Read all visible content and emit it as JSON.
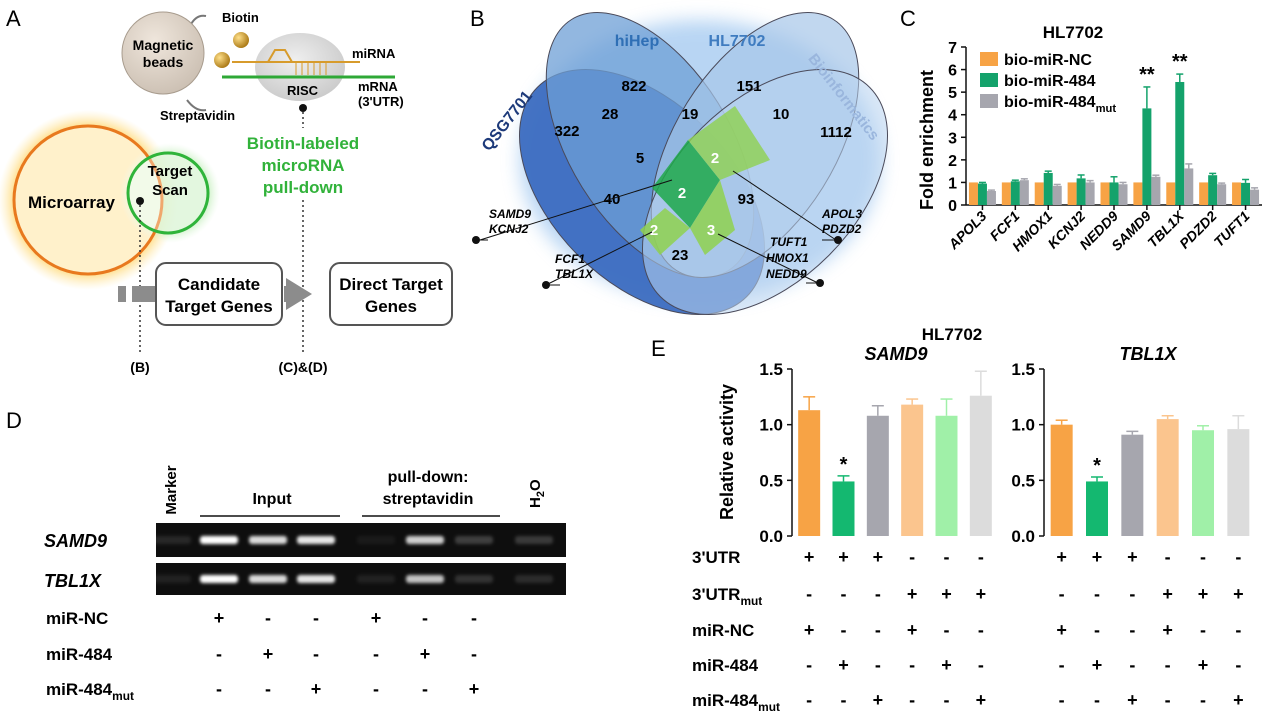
{
  "panelA": {
    "letter": "A",
    "beads": [
      "Magnetic",
      "beads"
    ],
    "biotin": "Biotin",
    "streptavidin": "Streptavidin",
    "risc": "RISC",
    "mirna": "miRNA",
    "mrna": [
      "mRNA",
      "(3'UTR)"
    ],
    "pulldown": [
      "Biotin-labeled",
      "microRNA",
      "pull-down"
    ],
    "microarray": "Microarray",
    "targetscan": [
      "Target",
      "Scan"
    ],
    "candidate": [
      "Candidate",
      "Target Genes"
    ],
    "direct": [
      "Direct Target",
      "Genes"
    ],
    "ref_b": "(B)",
    "ref_cd": "(C)&(D)"
  },
  "panelB": {
    "letter": "B",
    "sets": [
      "QSG7701",
      "hiHep",
      "HL7702",
      "Bioinformatics"
    ],
    "set_colors": [
      "#3563b8",
      "#6a9bd2",
      "#a8c9ea",
      "#b9d3ef"
    ],
    "label_colors": [
      "#1d3a7a",
      "#2f6fb5",
      "#3f7cc0",
      "#9ab6dd"
    ],
    "counts": [
      "322",
      "822",
      "151",
      "1112",
      "28",
      "19",
      "10",
      "5",
      "2",
      "2",
      "40",
      "93",
      "2",
      "3",
      "23"
    ],
    "callouts": [
      [
        "SAMD9",
        "KCNJ2"
      ],
      [
        "FCF1",
        "TBL1X"
      ],
      [
        "TUFT1",
        "HMOX1",
        "NEDD9"
      ],
      [
        "APOL3",
        "PDZD2"
      ]
    ]
  },
  "panelC": {
    "letter": "C",
    "chart_data": {
      "type": "bar",
      "title": "HL7702",
      "ylabel": "Fold enrichment",
      "ylim": [
        0,
        7
      ],
      "yticks": [
        "0",
        "1",
        "2",
        "3",
        "4",
        "5",
        "6",
        "7"
      ],
      "categories": [
        "APOL3",
        "FCF1",
        "HMOX1",
        "KCNJ2",
        "NEDD9",
        "SAMD9",
        "TBL1X",
        "PDZD2",
        "TUFT1"
      ],
      "series": [
        {
          "name": "bio-miR-NC",
          "color": "#f7a345",
          "values": [
            1,
            1,
            1,
            1,
            1,
            1,
            1,
            1,
            1
          ],
          "errors": [
            0,
            0,
            0,
            0,
            0,
            0,
            0,
            0,
            0
          ]
        },
        {
          "name": "bio-miR-484",
          "color": "#14a26b",
          "values": [
            0.95,
            1.05,
            1.42,
            1.18,
            1.0,
            4.28,
            5.45,
            1.32,
            0.98
          ],
          "errors": [
            0.05,
            0.05,
            0.08,
            0.15,
            0.25,
            0.95,
            0.35,
            0.08,
            0.15
          ]
        },
        {
          "name": "bio-miR-484",
          "sub": "mut",
          "color": "#a6a6ae",
          "values": [
            0.62,
            1.1,
            0.85,
            1.0,
            0.92,
            1.25,
            1.62,
            0.92,
            0.68
          ],
          "errors": [
            0.04,
            0.06,
            0.06,
            0.08,
            0.08,
            0.07,
            0.2,
            0.05,
            0.08
          ]
        }
      ],
      "significance": [
        {
          "category": "SAMD9",
          "label": "**"
        },
        {
          "category": "TBL1X",
          "label": "**"
        }
      ]
    }
  },
  "panelD": {
    "letter": "D",
    "marker": "Marker",
    "input": "Input",
    "pulldown": [
      "pull-down:",
      "streptavidin"
    ],
    "h2o": "H",
    "h2o_sub": "2",
    "h2o_tail": "O",
    "genes": [
      "SAMD9",
      "TBL1X"
    ],
    "rows": [
      {
        "label": "miR-NC",
        "sub": "",
        "signs": [
          "+",
          "-",
          "-",
          "+",
          "-",
          "-"
        ]
      },
      {
        "label": "miR-484",
        "sub": "",
        "signs": [
          "-",
          "+",
          "-",
          "-",
          "+",
          "-"
        ]
      },
      {
        "label": "miR-484",
        "sub": "mut",
        "signs": [
          "-",
          "-",
          "+",
          "-",
          "-",
          "+"
        ]
      }
    ]
  },
  "panelE": {
    "letter": "E",
    "title": "HL7702",
    "chart_data": [
      {
        "type": "bar",
        "title": "SAMD9",
        "ylabel": "Relative activity",
        "ylim": [
          0,
          1.5
        ],
        "yticks": [
          "0.0",
          "0.5",
          "1.0",
          "1.5"
        ],
        "values": [
          1.13,
          0.49,
          1.08,
          1.18,
          1.08,
          1.26
        ],
        "errors": [
          0.12,
          0.05,
          0.09,
          0.05,
          0.15,
          0.22
        ],
        "colors": [
          "#f7a345",
          "#14b870",
          "#a6a6ae",
          "#fbc58e",
          "#a0f0a8",
          "#dcdcdc"
        ],
        "significance": [
          {
            "index": 1,
            "label": "*"
          }
        ]
      },
      {
        "type": "bar",
        "title": "TBL1X",
        "ylabel": "",
        "ylim": [
          0,
          1.5
        ],
        "yticks": [
          "0.0",
          "0.5",
          "1.0",
          "1.5"
        ],
        "values": [
          1.0,
          0.49,
          0.91,
          1.05,
          0.95,
          0.96
        ],
        "errors": [
          0.04,
          0.04,
          0.03,
          0.03,
          0.04,
          0.12
        ],
        "colors": [
          "#f7a345",
          "#14b870",
          "#a6a6ae",
          "#fbc58e",
          "#a0f0a8",
          "#dcdcdc"
        ],
        "significance": [
          {
            "index": 1,
            "label": "*"
          }
        ]
      }
    ],
    "rows": [
      {
        "label": "3'UTR",
        "sub": "",
        "signs": [
          "+",
          "+",
          "+",
          "-",
          "-",
          "-"
        ]
      },
      {
        "label": "3'UTR",
        "sub": "mut",
        "signs": [
          "-",
          "-",
          "-",
          "+",
          "+",
          "+"
        ]
      },
      {
        "label": "miR-NC",
        "sub": "",
        "signs": [
          "+",
          "-",
          "-",
          "+",
          "-",
          "-"
        ]
      },
      {
        "label": "miR-484",
        "sub": "",
        "signs": [
          "-",
          "+",
          "-",
          "-",
          "+",
          "-"
        ]
      },
      {
        "label": "miR-484",
        "sub": "mut",
        "signs": [
          "-",
          "-",
          "+",
          "-",
          "-",
          "+"
        ]
      }
    ]
  }
}
